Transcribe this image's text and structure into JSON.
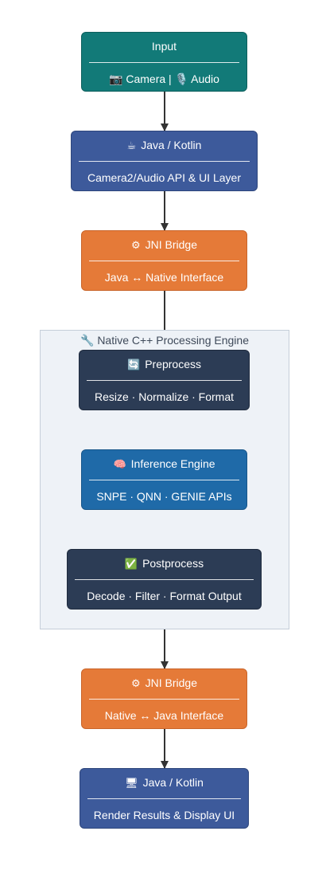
{
  "colors": {
    "input": "#127a78",
    "java": "#3d5a9b",
    "jni": "#e57a38",
    "process_dark": "#2c3c55",
    "inference": "#1f6aa8",
    "cluster_fill": "#eef2f7",
    "cluster_border": "#c5ced9",
    "edge": "#333333"
  },
  "cluster": {
    "icon": "wrench-icon",
    "title": "🔧 Native C++ Processing Engine"
  },
  "nodes": {
    "input": {
      "title": "Input",
      "body": "📷 Camera | 🎙️ Audio"
    },
    "java_top": {
      "icon": "coffee-icon",
      "icon_glyph": "☕",
      "title": "Java / Kotlin",
      "body": "Camera2/Audio API & UI Layer"
    },
    "jni_top": {
      "icon": "gear-icon",
      "icon_glyph": "⚙",
      "title": "JNI Bridge",
      "body": "Java ↔ Native Interface"
    },
    "preprocess": {
      "icon": "refresh-icon",
      "icon_glyph": "🔄",
      "title": "Preprocess",
      "body": "Resize · Normalize · Format"
    },
    "inference": {
      "icon": "brain-icon",
      "icon_glyph": "🧠",
      "title": "Inference Engine",
      "body": "SNPE · QNN · GENIE APIs"
    },
    "postprocess": {
      "icon": "check-icon",
      "icon_glyph": "✅",
      "title": "Postprocess",
      "body": "Decode · Filter · Format Output"
    },
    "jni_bottom": {
      "icon": "gear-icon",
      "icon_glyph": "⚙",
      "title": "JNI Bridge",
      "body": "Native ↔ Java Interface"
    },
    "java_bottom": {
      "icon": "monitor-icon",
      "icon_glyph": "🖥",
      "title": "Java / Kotlin",
      "body": "Render Results & Display UI"
    }
  }
}
